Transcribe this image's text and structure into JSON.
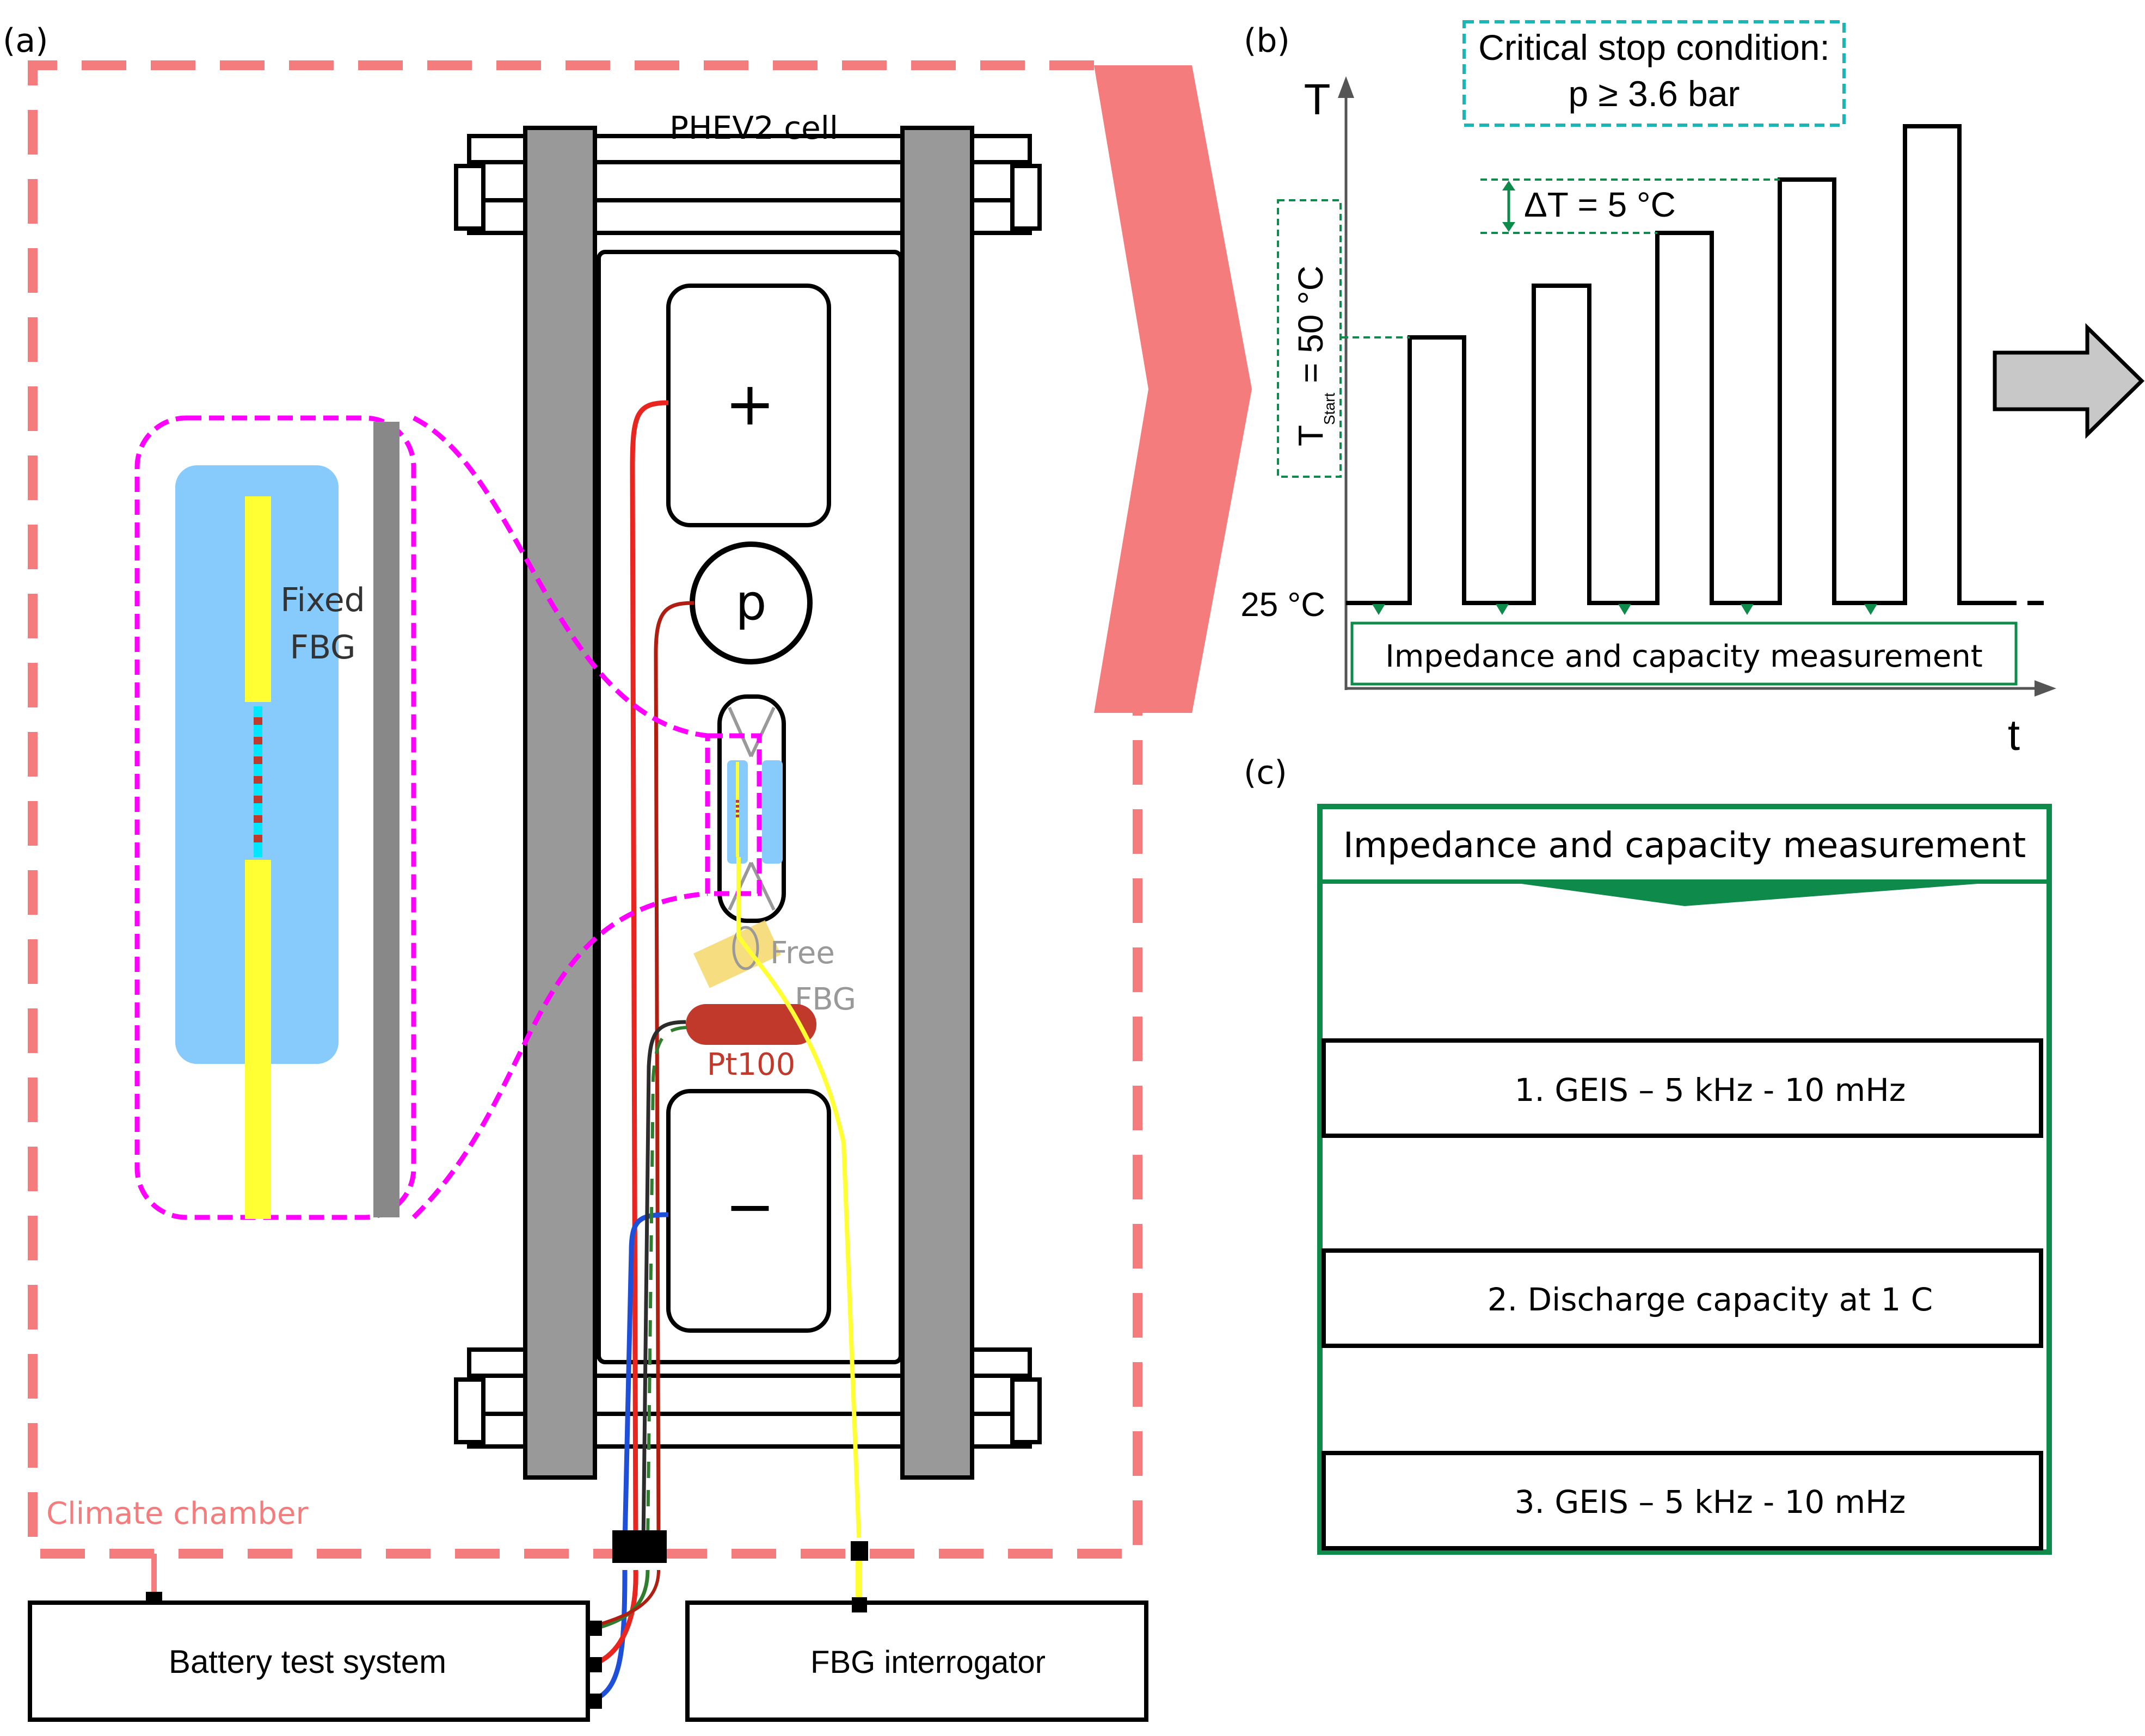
{
  "panel_a": {
    "label": "(a)",
    "cell_title": "PHEV2 cell",
    "plus_symbol": "+",
    "pressure_symbol": "p",
    "minus_symbol": "−",
    "fixed_fbg_line1": "Fixed",
    "fixed_fbg_line2": "FBG",
    "free_fbg_line1": "Free",
    "free_fbg_line2": "FBG",
    "pt100_label": "Pt100",
    "climate_chamber_label": "Climate chamber",
    "battery_test_system_label": "Battery test system",
    "fbg_interrogator_label": "FBG interrogator"
  },
  "panel_b": {
    "label": "(b)",
    "stop_condition_line1": "Critical stop condition:",
    "stop_condition_line2": "p ≥ 3.6 bar",
    "y_axis_label": "T",
    "x_axis_label": "t",
    "delta_t_label": "ΔT = 5 °C",
    "t_start_main": "T",
    "t_start_sub": "Start",
    "t_start_value": " = 50 °C",
    "baseline_label": "25 °C",
    "measurement_box_label": "Impedance and capacity measurement"
  },
  "panel_c": {
    "label": "(c)",
    "header": "Impedance and capacity measurement",
    "steps": [
      "1. GEIS – 5 kHz - 10 mHz",
      "2. Discharge capacity at 1 C",
      "3. GEIS – 5 kHz - 10 mHz"
    ]
  },
  "colors": {
    "chamber": "#f47c7c",
    "highlight": "#ff00ff",
    "fbg_fiber": "#ffff33",
    "fbg_background": "#87cafc",
    "gray_plate": "#999999",
    "wire_positive": "#e8251e",
    "wire_pressure": "#b01e12",
    "wire_negative": "#1e4fd8",
    "pt100": "#c0392b",
    "green_panel": "#0e8a4a",
    "stop_condition": "#1cb5b5",
    "gray_arrow": "#c8c8c8"
  }
}
